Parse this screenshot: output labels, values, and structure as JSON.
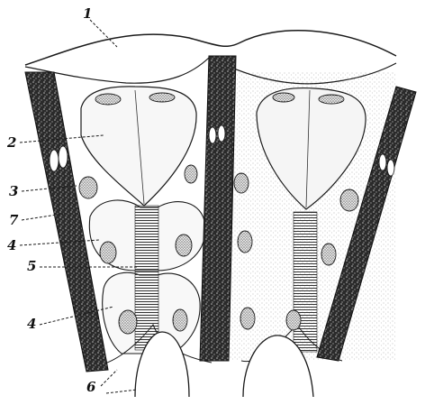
{
  "labels": {
    "l1": "1",
    "l2": "2",
    "l3": "3",
    "l7": "7",
    "l4a": "4",
    "l5": "5",
    "l4b": "4",
    "l6": "6"
  },
  "colors": {
    "ink": "#1a1a1a",
    "fiber_dark": "#2b2b2b",
    "paper": "#ffffff",
    "stipple": "#555555"
  }
}
